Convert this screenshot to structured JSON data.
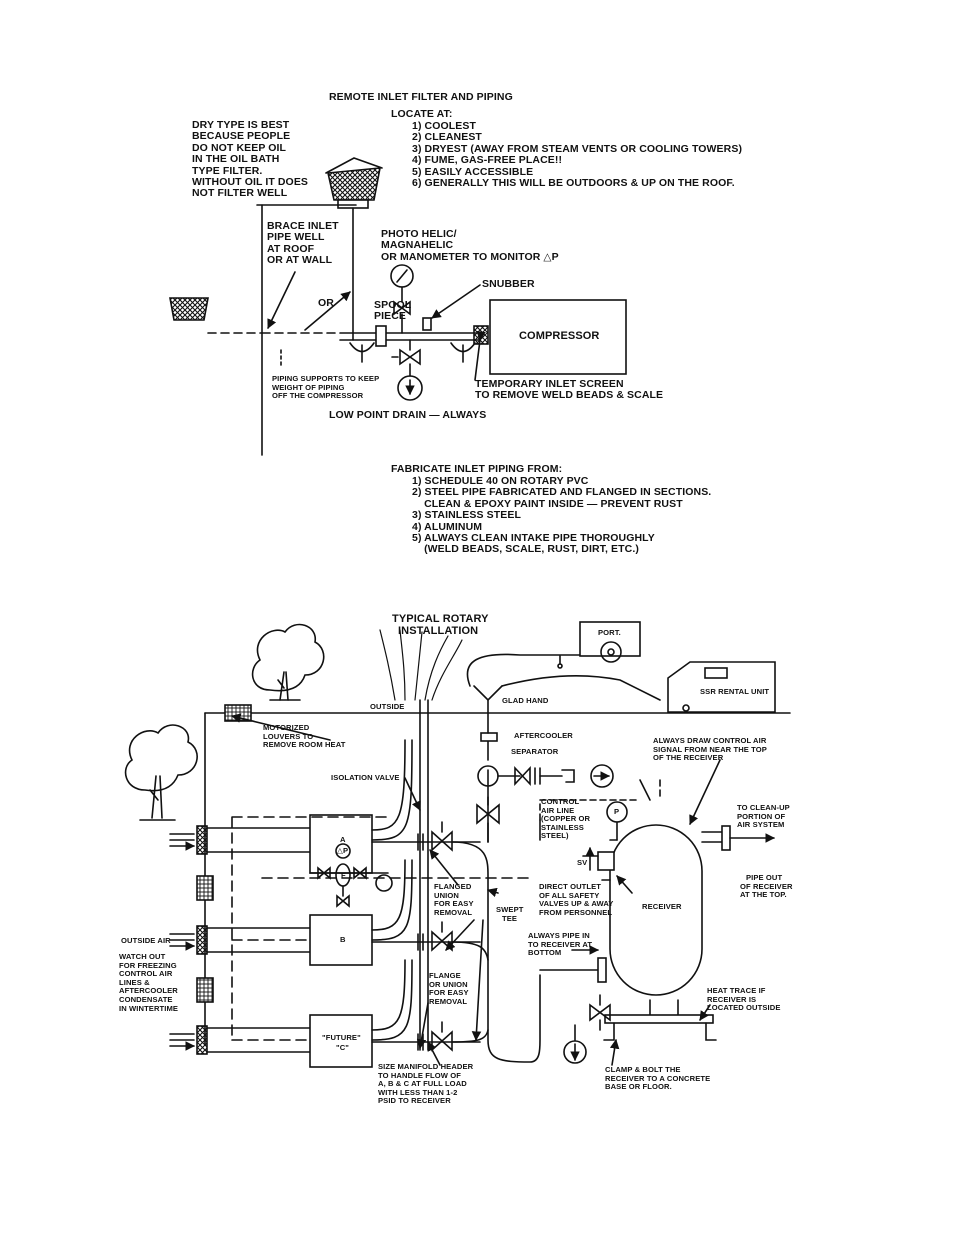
{
  "top": {
    "title": "REMOTE INLET FILTER AND PIPING",
    "locate_heading": "LOCATE AT:",
    "locate_items": [
      "1) COOLEST",
      "2) CLEANEST",
      "3) DRYEST (AWAY FROM STEAM VENTS OR COOLING TOWERS)",
      "4) FUME, GAS-FREE PLACE!!",
      "5) EASILY ACCESSIBLE",
      "6) GENERALLY THIS WILL BE OUTDOORS & UP ON THE ROOF."
    ],
    "dry_type": [
      "DRY TYPE IS BEST",
      "BECAUSE PEOPLE",
      "DO NOT KEEP OIL",
      "IN THE OIL BATH",
      "TYPE FILTER.",
      "WITHOUT OIL IT DOES",
      "NOT FILTER WELL"
    ],
    "brace": [
      "BRACE INLET",
      "PIPE WELL",
      "AT ROOF",
      "OR AT WALL"
    ],
    "or": "OR",
    "gauge": [
      "PHOTO HELIC/",
      "MAGNAHELIC",
      "OR MANOMETER TO MONITOR △P"
    ],
    "snubber": "SNUBBER",
    "spool": [
      "SPOOL",
      "PIECE"
    ],
    "compressor": "COMPRESSOR",
    "supports": [
      "PIPING SUPPORTS TO KEEP",
      "WEIGHT OF PIPING",
      "OFF THE COMPRESSOR"
    ],
    "screen": [
      "TEMPORARY INLET SCREEN",
      "TO REMOVE WELD BEADS & SCALE"
    ],
    "drain": "LOW POINT DRAIN — ALWAYS",
    "fabricate_heading": "FABRICATE INLET PIPING FROM:",
    "fabricate_items": [
      "1) SCHEDULE 40 ON ROTARY PVC",
      "2) STEEL PIPE FABRICATED AND FLANGED IN SECTIONS.",
      "    CLEAN & EPOXY PAINT INSIDE — PREVENT RUST",
      "3) STAINLESS STEEL",
      "4) ALUMINUM",
      "5) ALWAYS CLEAN INTAKE PIPE THOROUGHLY",
      "    (WELD BEADS, SCALE, RUST, DIRT, ETC.)"
    ]
  },
  "bottom": {
    "title": [
      "TYPICAL ROTARY",
      "INSTALLATION"
    ],
    "port": "PORT.",
    "rental": "SSR RENTAL UNIT",
    "glad_hand": "GLAD HAND",
    "outside": "OUTSIDE",
    "louvers": [
      "MOTORIZED",
      "LOUVERS TO",
      "REMOVE ROOM HEAT"
    ],
    "aftercooler": "AFTERCOOLER",
    "separator": "SEPARATOR",
    "isolation": "ISOLATION VALVE",
    "draw_control": [
      "ALWAYS DRAW CONTROL AIR",
      "SIGNAL FROM NEAR THE TOP",
      "OF THE RECEIVER"
    ],
    "control_line": [
      "CONTROL",
      "AIR LINE",
      "(COPPER OR",
      "STAINLESS",
      "STEEL)"
    ],
    "cleanup": [
      "TO CLEAN-UP",
      "PORTION OF",
      "AIR SYSTEM"
    ],
    "pipe_out": [
      "PIPE OUT",
      "OF RECEIVER",
      "AT THE TOP."
    ],
    "sv": "SV",
    "p": "P",
    "direct_outlet": [
      "DIRECT OUTLET",
      "OF ALL SAFETY",
      "VALVES UP & AWAY",
      "FROM PERSONNEL"
    ],
    "receiver": "RECEIVER",
    "flanged_union": [
      "FLANGED",
      "UNION",
      "FOR EASY",
      "REMOVAL"
    ],
    "swept_tee": [
      "SWEPT",
      "TEE"
    ],
    "pipe_in": [
      "ALWAYS PIPE IN",
      "TO RECEIVER AT",
      "BOTTOM"
    ],
    "flange_union": [
      "FLANGE",
      "OR UNION",
      "FOR EASY",
      "REMOVAL"
    ],
    "heat_trace": [
      "HEAT TRACE IF",
      "RECEIVER IS",
      "LOCATED OUTSIDE"
    ],
    "outside_air": "OUTSIDE AIR",
    "watch_out": [
      "WATCH OUT",
      "FOR FREEZING",
      "CONTROL AIR",
      "LINES &",
      "AFTERCOOLER",
      "CONDENSATE",
      "IN WINTERTIME"
    ],
    "unit_a": "A",
    "unit_b": "B",
    "unit_c": "\"FUTURE\"",
    "unit_c2": "\"C\"",
    "f": "F",
    "dp": "△P",
    "manifold": [
      "SIZE MANIFOLD HEADER",
      "TO HANDLE FLOW OF",
      "A, B & C AT FULL LOAD",
      "WITH LESS THAN 1-2",
      "PSID TO RECEIVER"
    ],
    "clamp": [
      "CLAMP & BOLT THE",
      "RECEIVER TO A CONCRETE",
      "BASE OR FLOOR."
    ]
  },
  "colors": {
    "ink": "#111111",
    "paper": "#ffffff"
  }
}
